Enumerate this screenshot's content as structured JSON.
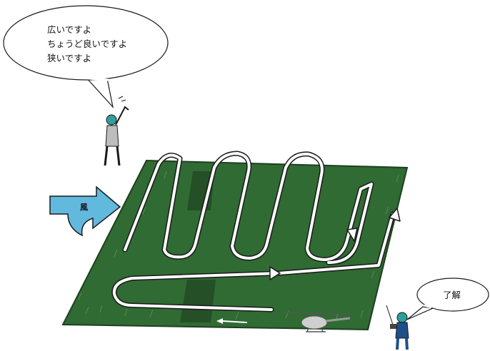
{
  "speech_bubble_signaler": {
    "lines": [
      "広いですよ",
      "ちょうど良いですよ",
      "狭いですよ"
    ]
  },
  "speech_bubble_operator": {
    "text": "了解"
  },
  "wind_label": "風",
  "colors": {
    "field": "#2f6b33",
    "field_dark_stripe": "#244f27",
    "wind_arrow": "#62b9de",
    "path": "#ffffff",
    "outline": "#1a1a1a"
  }
}
